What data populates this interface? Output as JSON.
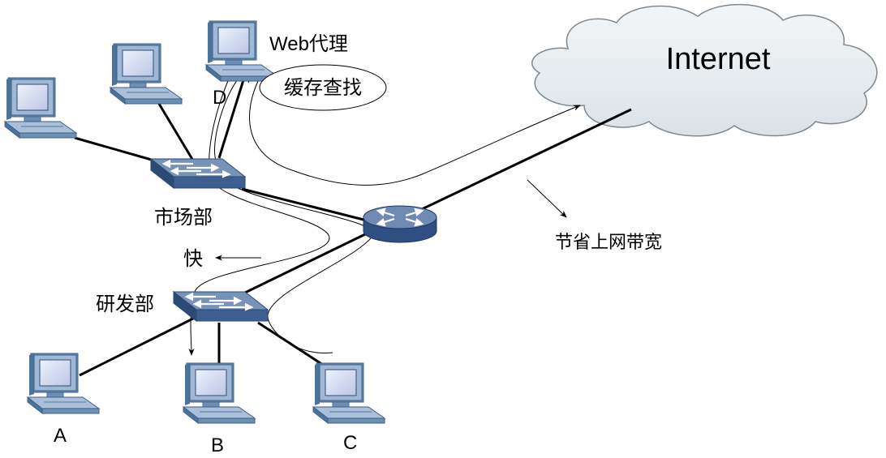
{
  "internet_label": "Internet",
  "web_proxy_label": "Web代理",
  "cache_lookup_label": "缓存查找",
  "dept_marketing": "市场部",
  "dept_rnd": "研发部",
  "fast_label": "快",
  "save_bandwidth_label": "节省上网带宽",
  "pc_labels": {
    "a": "A",
    "b": "B",
    "c": "C",
    "d": "D"
  }
}
